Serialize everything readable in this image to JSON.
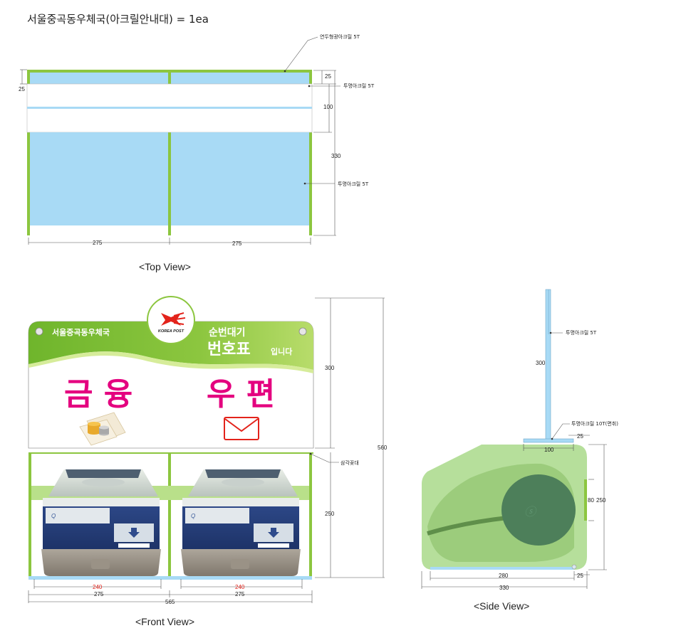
{
  "title": "서울중곡동우체국(아크릴안내대) = 1ea",
  "top_view": {
    "caption": "<Top View>",
    "label_top": "연두형광아크릴 5T",
    "label_mid": "투명아크릴 5T",
    "label_low": "투명아크릴 5T",
    "dim_left_25": "25",
    "dim_right_25": "25",
    "dim_100": "100",
    "dim_330": "330",
    "dim_275_left": "275",
    "dim_275_right": "275"
  },
  "front_view": {
    "caption": "<Front View>",
    "sign_office": "서울중곡동우체국",
    "logo_text": "KOREA POST",
    "sign_line1": "순번대기",
    "sign_line2_big": "번호표",
    "sign_line2_small": "입니다",
    "finance": "금 융",
    "postal": "우 편",
    "label_triangle": "삼각꽂대",
    "dim_300": "300",
    "dim_250": "250",
    "dim_560": "560",
    "dim_240_left": "240",
    "dim_240_right": "240",
    "dim_275_left": "275",
    "dim_275_right": "275",
    "dim_565": "565",
    "colors": {
      "green": "#8cc63f",
      "magenta": "#e4007f",
      "blue": "#a8daf5"
    }
  },
  "side_view": {
    "caption": "<Side View>",
    "label_acrylic5": "투명아크릴 5T",
    "label_acrylic10": "투명아크릴 10T(면취)",
    "dim_300": "300",
    "dim_25_top": "25",
    "dim_100": "100",
    "dim_80": "80",
    "dim_250": "250",
    "dim_280": "280",
    "dim_25_bottom": "25",
    "dim_330": "330"
  }
}
